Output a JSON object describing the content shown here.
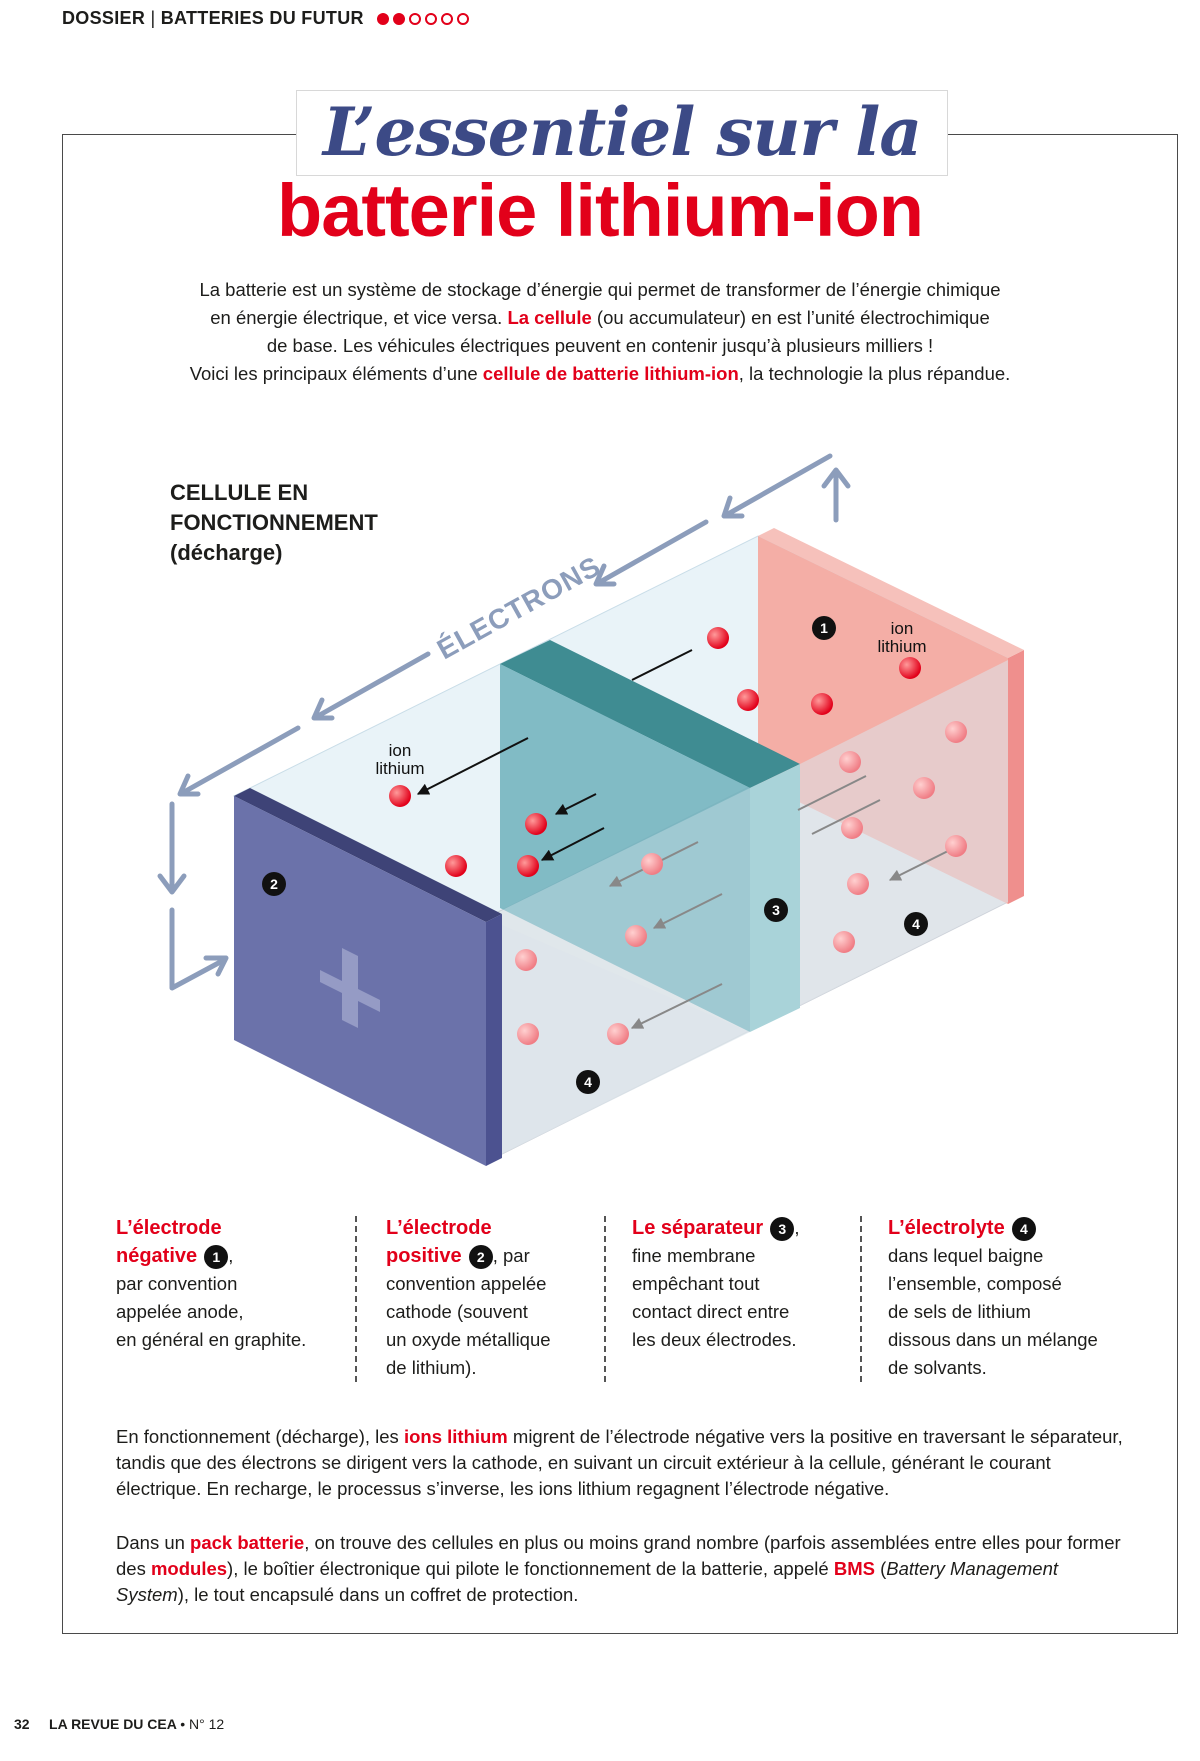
{
  "header": {
    "section": "DOSSIER",
    "separator": "|",
    "topic": "BATTERIES DU FUTUR",
    "progress": {
      "filled": 2,
      "total": 6
    }
  },
  "title": {
    "line1": "L’essentiel sur la",
    "line2": "batterie lithium-ion"
  },
  "intro": {
    "s1": "La batterie est un système de stockage d’énergie qui permet de transformer de l’énergie chimique",
    "s2a": "en énergie électrique, et vice versa. ",
    "s2b": "La cellule",
    "s2c": " (ou accumulateur) en est l’unité électrochimique",
    "s3": "de base. Les véhicules électriques peuvent en contenir jusqu’à plusieurs milliers !",
    "s4a": "Voici les principaux éléments d’une ",
    "s4b": "cellule de batterie lithium-ion",
    "s4c": ", la technologie la plus répandue."
  },
  "diagram": {
    "title_l1": "CELLULE EN",
    "title_l2": "FONCTIONNEMENT",
    "title_l3": "(décharge)",
    "electrons_label": "ÉLECTRONS",
    "ion_label_l1": "ion",
    "ion_label_l2": "lithium",
    "badges": {
      "b1": "1",
      "b2": "2",
      "b3": "3",
      "b4": "4"
    },
    "plus_symbol": "+",
    "colors": {
      "negative_electrode": "#f4aea6",
      "positive_electrode": "#6b72aa",
      "separator": "#4a9aa4",
      "ion": "#e2001a",
      "arrow": "#8c9dbb"
    }
  },
  "columns": [
    {
      "head1": "L’électrode",
      "head2": "négative",
      "badge": "1",
      "after_badge": ",",
      "lines": [
        "par convention",
        "appelée anode,",
        "en général en graphite."
      ]
    },
    {
      "head1": "L’électrode",
      "head2": "positive",
      "badge": "2",
      "after_badge": ", par",
      "lines": [
        "convention appelée",
        "cathode (souvent",
        "un oxyde métallique",
        "de lithium)."
      ]
    },
    {
      "head1": "Le séparateur",
      "badge": "3",
      "after_badge": ",",
      "lines": [
        "fine membrane",
        "empêchant tout",
        "contact direct entre",
        "les deux électrodes."
      ]
    },
    {
      "head1": "L’électrolyte",
      "badge": "4",
      "lines": [
        "dans lequel baigne",
        "l’ensemble, composé",
        "de sels de lithium",
        "dissous dans un mélange",
        "de solvants."
      ]
    }
  ],
  "para1": {
    "a": "En fonctionnement (décharge), les ",
    "b": "ions lithium",
    "c": " migrent de l’électrode négative vers la positive en traversant le séparateur, tandis que des électrons se dirigent vers la cathode, en suivant un circuit extérieur à la cellule, générant le courant électrique. En recharge, le processus s’inverse, les ions lithium regagnent l’électrode négative."
  },
  "para2": {
    "a": "Dans un ",
    "b": "pack batterie",
    "c": ", on trouve des cellules en plus ou moins grand nombre (parfois assemblées entre elles pour former des ",
    "d": "modules",
    "e": "), le boîtier électronique qui pilote le fonctionnement de la batterie, appelé ",
    "f": "BMS",
    "g": " (",
    "h": "Battery Management System",
    "i": "), le tout encapsulé dans un coffret de protection."
  },
  "footer": {
    "page": "32",
    "publication": "LA REVUE DU CEA",
    "bullet": "•",
    "issue": "N° 12"
  }
}
